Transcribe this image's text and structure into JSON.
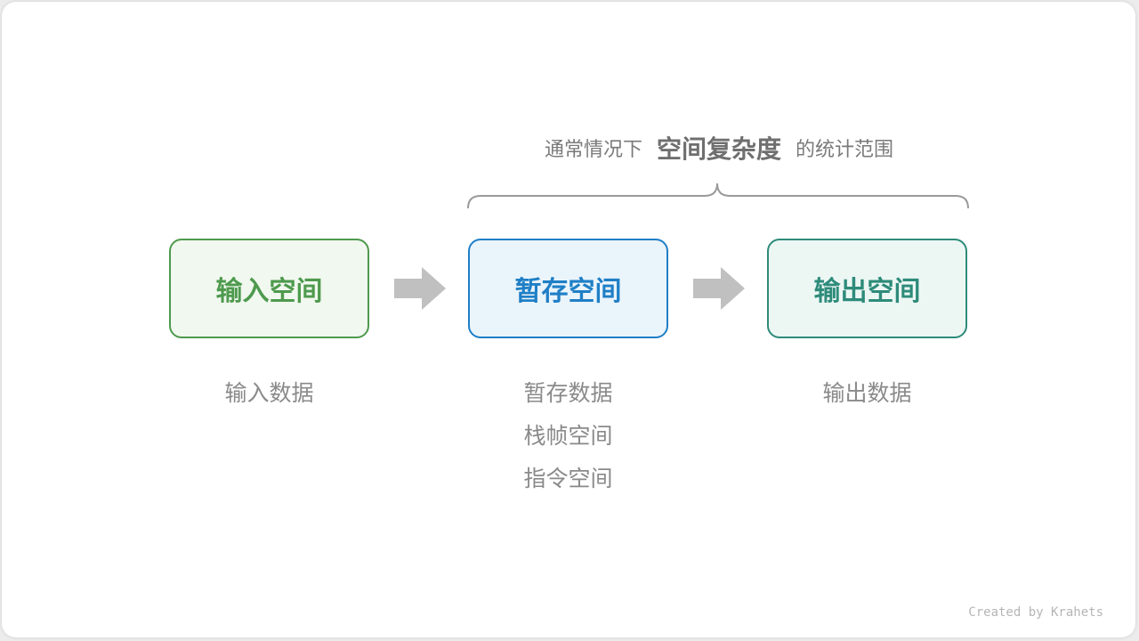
{
  "heading": {
    "prefix": "通常情况下",
    "emphasis": "空间复杂度",
    "suffix": "的统计范围"
  },
  "boxes": [
    {
      "label": "输入空间",
      "color": "#4e9a4e",
      "fill": "#f1f8ef"
    },
    {
      "label": "暂存空间",
      "color": "#1f7fc6",
      "fill": "#eaf4fb"
    },
    {
      "label": "输出空间",
      "color": "#2e8b7a",
      "fill": "#ecf7f4"
    }
  ],
  "notes": {
    "input": [
      "输入数据"
    ],
    "temp": [
      "暂存数据",
      "栈帧空间",
      "指令空间"
    ],
    "output": [
      "输出数据"
    ]
  },
  "arrow_color": "#c0c0c0",
  "brace_color": "#9a9a9a",
  "credit": "Created by Krahets"
}
